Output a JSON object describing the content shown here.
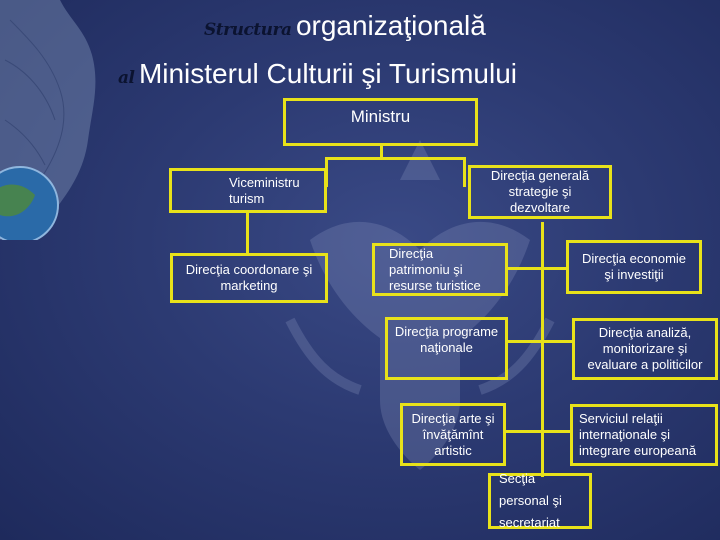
{
  "header": {
    "title_small_1": "Structura",
    "title_big_1": "organizaţională",
    "title_small_2": "al",
    "title_big_2": "Ministerul Culturii şi Turismului"
  },
  "boxes": {
    "ministru": "Ministru",
    "viceministru": "Viceministru turism",
    "directia_generala": "Direcţia generală strategie şi dezvoltare",
    "coordonare": "Direcţia coordonare şi marketing",
    "patrimoniu": "Direcţia patrimoniu şi resurse turistice",
    "economie": "Direcţia economie şi investiţii",
    "programe": "Direcţia programe naţionale",
    "analiza": "Direcţia analiză, monitorizare şi evaluare a politicilor",
    "arte": "Direcţia arte şi învăţămînt artistic",
    "relatii": "Serviciul relaţii internaţionale şi integrare europeană",
    "personal": "Secţia personal şi secretariat"
  },
  "colors": {
    "background": "#2c3a72",
    "border": "#e8e21a",
    "text": "#ffffff"
  }
}
